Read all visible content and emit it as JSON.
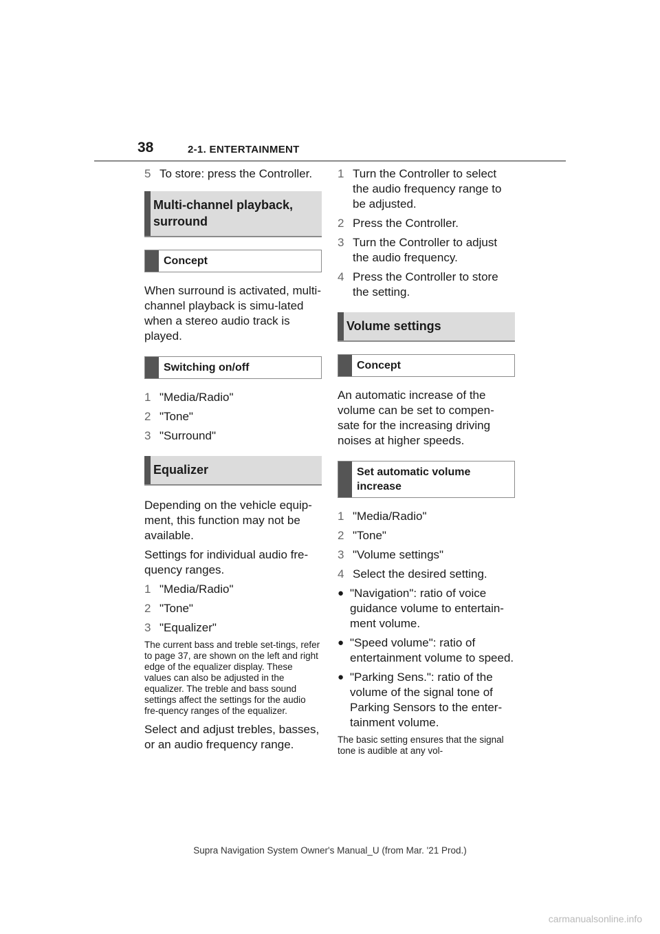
{
  "header": {
    "page_number": "38",
    "section": "2-1. ENTERTAINMENT"
  },
  "left": {
    "step5": {
      "num": "5",
      "text": "To store: press the Controller."
    },
    "h_multichannel": "Multi-channel playback, surround",
    "sub_concept": "Concept",
    "p_surround": "When surround is activated, multi-channel playback is simu-lated when a stereo audio track is played.",
    "sub_switching": "Switching on/off",
    "steps_surround": [
      {
        "num": "1",
        "text": "\"Media/Radio\""
      },
      {
        "num": "2",
        "text": "\"Tone\""
      },
      {
        "num": "3",
        "text": "\"Surround\""
      }
    ],
    "h_equalizer": "Equalizer",
    "p_eq1": "Depending on the vehicle equip-ment, this function may not be available.",
    "p_eq2": "Settings for individual audio fre-quency ranges.",
    "steps_eq": [
      {
        "num": "1",
        "text": "\"Media/Radio\""
      },
      {
        "num": "2",
        "text": "\"Tone\""
      },
      {
        "num": "3",
        "text": "\"Equalizer\""
      }
    ],
    "note_eq": "The current bass and treble set-tings, refer to page 37, are shown on the left and right edge of the equalizer display. These values can also be adjusted in the equalizer. The treble and bass sound settings affect the settings for the audio fre-quency ranges of the equalizer.",
    "p_eq3": "Select and adjust trebles, basses, or an audio frequency range."
  },
  "right": {
    "steps_freq": [
      {
        "num": "1",
        "text": "Turn the Controller to select the audio frequency range to be adjusted."
      },
      {
        "num": "2",
        "text": "Press the Controller."
      },
      {
        "num": "3",
        "text": "Turn the Controller to adjust the audio frequency."
      },
      {
        "num": "4",
        "text": "Press the Controller to store the setting."
      }
    ],
    "h_volume": "Volume settings",
    "sub_concept": "Concept",
    "p_volume": "An automatic increase of the volume can be set to compen-sate for the increasing driving noises at higher speeds.",
    "sub_auto": "Set automatic volume increase",
    "steps_auto": [
      {
        "num": "1",
        "text": "\"Media/Radio\""
      },
      {
        "num": "2",
        "text": "\"Tone\""
      },
      {
        "num": "3",
        "text": "\"Volume settings\""
      },
      {
        "num": "4",
        "text": "Select the desired setting."
      }
    ],
    "bullets": [
      "\"Navigation\": ratio of voice guidance volume to entertain-ment volume.",
      "\"Speed volume\": ratio of entertainment volume to speed.",
      "\"Parking Sens.\": ratio of the volume of the signal tone of Parking Sensors to the enter-tainment volume."
    ],
    "note_basic": "The basic setting ensures that the signal tone is audible at any vol-"
  },
  "footer": "Supra Navigation System Owner's Manual_U (from Mar. '21 Prod.)",
  "watermark": "carmanualsonline.info"
}
